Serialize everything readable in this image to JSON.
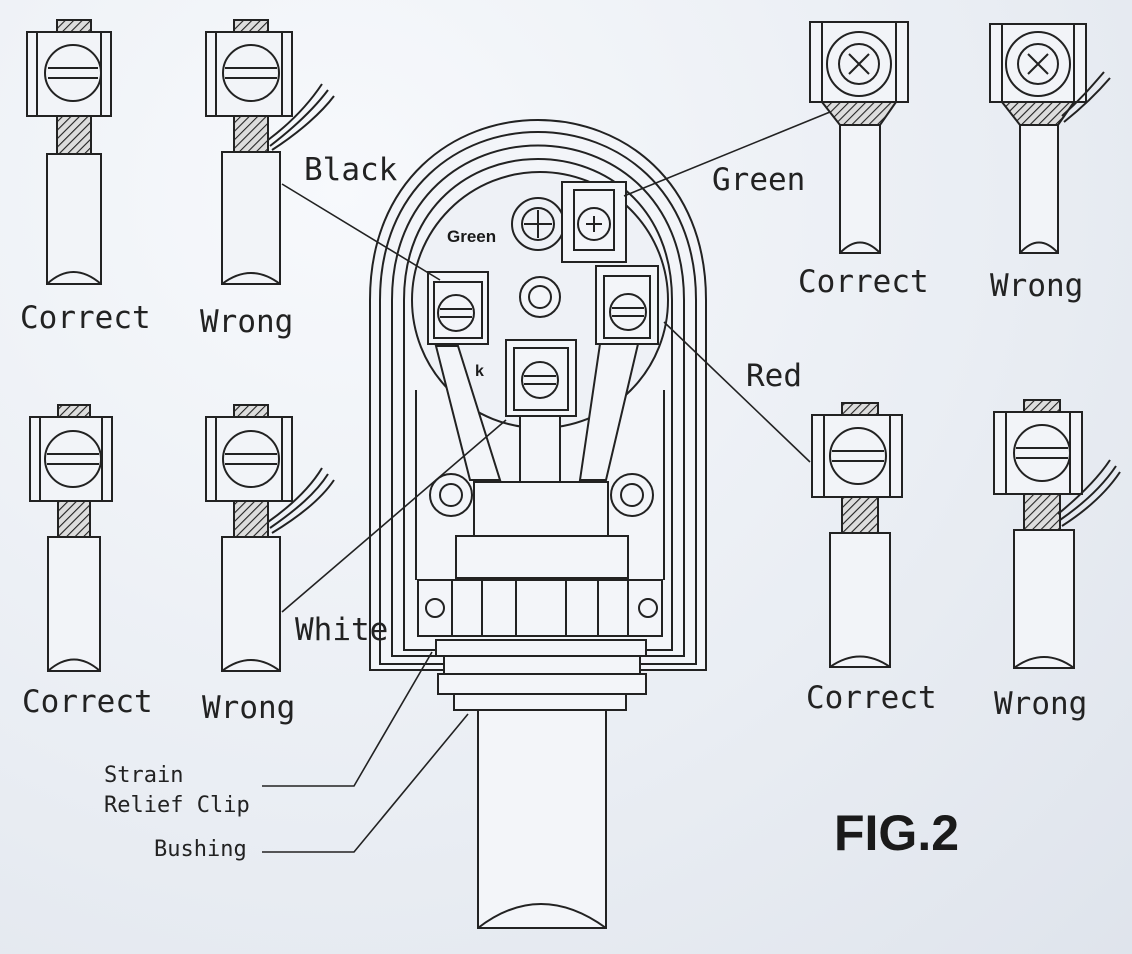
{
  "labels": {
    "black": "Black",
    "green_callout": "Green",
    "green_terminal": "Green",
    "red": "Red",
    "white": "White",
    "bk_fragment": "k",
    "strain_line1": "Strain",
    "strain_line2": "Relief Clip",
    "bushing": "Bushing",
    "figure": "FIG.2"
  },
  "examples": [
    {
      "caption": "Correct"
    },
    {
      "caption": "Wrong"
    },
    {
      "caption": "Correct"
    },
    {
      "caption": "Wrong"
    },
    {
      "caption": "Correct"
    },
    {
      "caption": "Wrong"
    },
    {
      "caption": "Correct"
    },
    {
      "caption": "Wrong"
    }
  ]
}
